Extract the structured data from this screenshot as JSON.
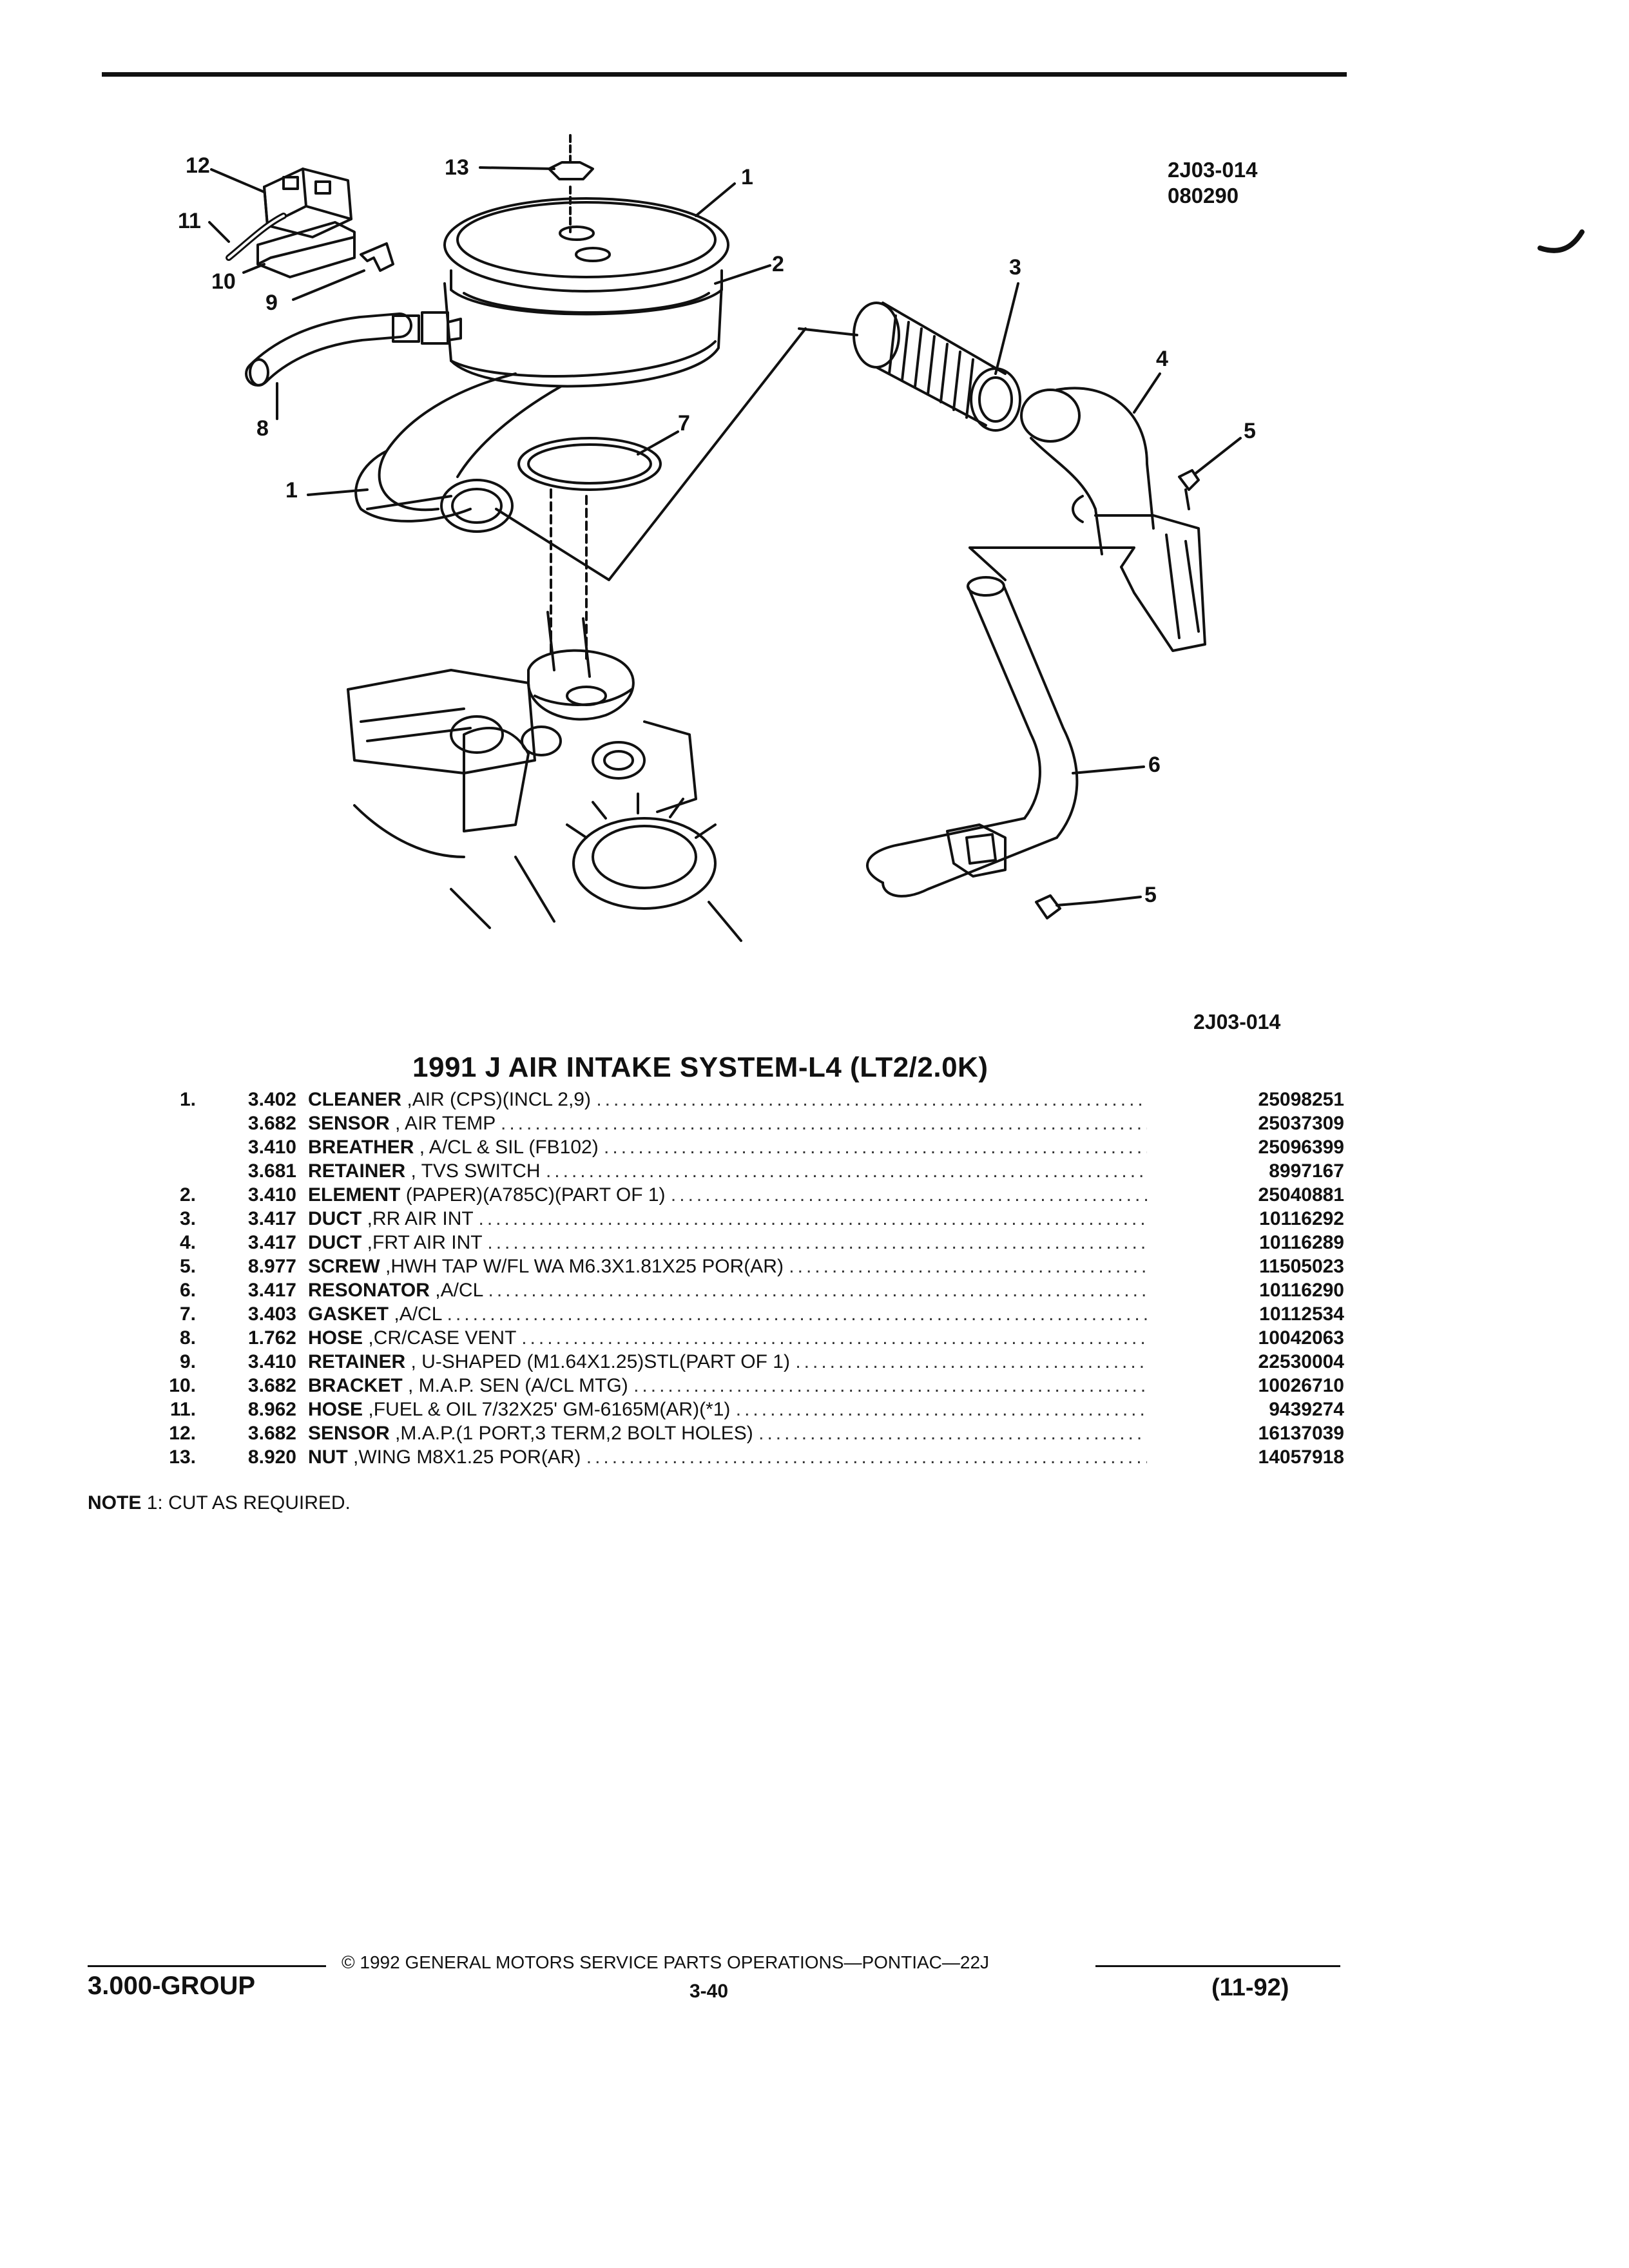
{
  "diagram": {
    "drawing_code": "2J03-014",
    "drawing_date": "080290",
    "figure_code": "2J03-014",
    "callouts": [
      "12",
      "13",
      "1",
      "11",
      "10",
      "9",
      "2",
      "3",
      "4",
      "8",
      "7",
      "5",
      "1",
      "6",
      "5"
    ]
  },
  "title": "1991 J AIR INTAKE SYSTEM-L4 (LT2/2.0K)",
  "parts": [
    {
      "item": "1.",
      "group": "3.402",
      "name": "CLEANER",
      "spec": ",AIR (CPS)(INCL 2,9)",
      "part_no": "25098251"
    },
    {
      "item": "",
      "group": "3.682",
      "name": "SENSOR",
      "spec": ", AIR TEMP",
      "part_no": "25037309"
    },
    {
      "item": "",
      "group": "3.410",
      "name": "BREATHER",
      "spec": ", A/CL & SIL (FB102)",
      "part_no": "25096399"
    },
    {
      "item": "",
      "group": "3.681",
      "name": "RETAINER",
      "spec": ", TVS SWITCH",
      "part_no": "8997167"
    },
    {
      "item": "2.",
      "group": "3.410",
      "name": "ELEMENT",
      "spec": "(PAPER)(A785C)(PART OF 1)",
      "part_no": "25040881"
    },
    {
      "item": "3.",
      "group": "3.417",
      "name": "DUCT",
      "spec": ",RR AIR INT",
      "part_no": "10116292"
    },
    {
      "item": "4.",
      "group": "3.417",
      "name": "DUCT",
      "spec": ",FRT AIR INT",
      "part_no": "10116289"
    },
    {
      "item": "5.",
      "group": "8.977",
      "name": "SCREW",
      "spec": ",HWH TAP W/FL WA M6.3X1.81X25 POR(AR)",
      "part_no": "11505023"
    },
    {
      "item": "6.",
      "group": "3.417",
      "name": "RESONATOR",
      "spec": ",A/CL",
      "part_no": "10116290"
    },
    {
      "item": "7.",
      "group": "3.403",
      "name": "GASKET",
      "spec": ",A/CL",
      "part_no": "10112534"
    },
    {
      "item": "8.",
      "group": "1.762",
      "name": "HOSE",
      "spec": ",CR/CASE VENT",
      "part_no": "10042063"
    },
    {
      "item": "9.",
      "group": "3.410",
      "name": "RETAINER",
      "spec": ", U-SHAPED (M1.64X1.25)STL(PART OF 1)",
      "part_no": "22530004"
    },
    {
      "item": "10.",
      "group": "3.682",
      "name": "BRACKET",
      "spec": ", M.A.P. SEN (A/CL MTG)",
      "part_no": "10026710"
    },
    {
      "item": "11.",
      "group": "8.962",
      "name": "HOSE",
      "spec": ",FUEL & OIL 7/32X25' GM-6165M(AR)(*1)",
      "part_no": "9439274"
    },
    {
      "item": "12.",
      "group": "3.682",
      "name": "SENSOR",
      "spec": ",M.A.P.(1 PORT,3 TERM,2 BOLT HOLES)",
      "part_no": "16137039"
    },
    {
      "item": "13.",
      "group": "8.920",
      "name": "NUT",
      "spec": ",WING M8X1.25 POR(AR)",
      "part_no": "14057918"
    }
  ],
  "note": {
    "label": "NOTE",
    "number": "1:",
    "text": "CUT AS REQUIRED."
  },
  "footer": {
    "group": "3.000-GROUP",
    "copyright": "© 1992 GENERAL MOTORS SERVICE PARTS OPERATIONS—PONTIAC—22J",
    "page": "3-40",
    "date": "(11-92)"
  }
}
